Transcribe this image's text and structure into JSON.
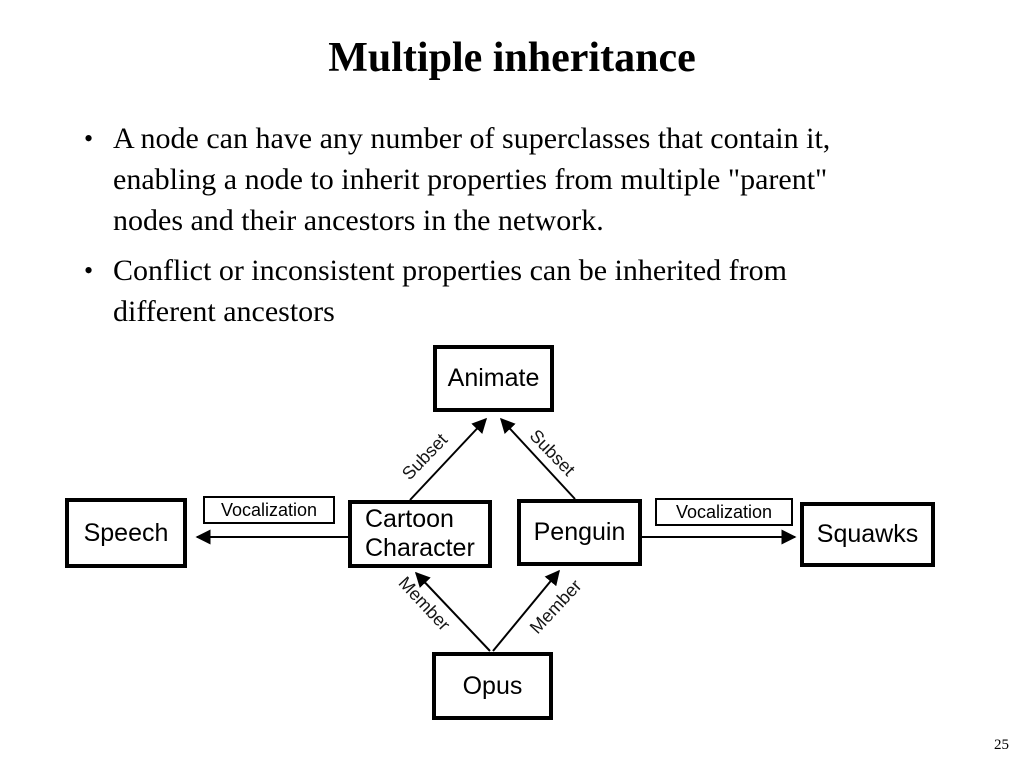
{
  "slide": {
    "title": "Multiple inheritance",
    "bullets": [
      {
        "marker": "•",
        "text": "A node can have any number of superclasses that contain it,\nenabling a node to inherit properties from multiple \"parent\"\nnodes and their ancestors in the network."
      },
      {
        "marker": "•",
        "text": "Conflict or inconsistent properties can be inherited from\ndifferent ancestors"
      }
    ],
    "page_number": "25"
  },
  "diagram": {
    "nodes": [
      {
        "id": "animate",
        "label": "Animate"
      },
      {
        "id": "speech",
        "label": "Speech"
      },
      {
        "id": "cartoon_character",
        "label": "Cartoon\nCharacter"
      },
      {
        "id": "penguin",
        "label": "Penguin"
      },
      {
        "id": "squawks",
        "label": "Squawks"
      },
      {
        "id": "opus",
        "label": "Opus"
      }
    ],
    "edges": [
      {
        "from": "cartoon_character",
        "to": "animate",
        "label": "Subset"
      },
      {
        "from": "penguin",
        "to": "animate",
        "label": "Subset"
      },
      {
        "from": "opus",
        "to": "cartoon_character",
        "label": "Member"
      },
      {
        "from": "opus",
        "to": "penguin",
        "label": "Member"
      },
      {
        "from": "cartoon_character",
        "to": "speech",
        "label": "Vocalization"
      },
      {
        "from": "penguin",
        "to": "squawks",
        "label": "Vocalization"
      }
    ],
    "colors": {
      "line": "#000000",
      "box_border": "#000000",
      "text": "#000000",
      "background": "#ffffff"
    }
  }
}
